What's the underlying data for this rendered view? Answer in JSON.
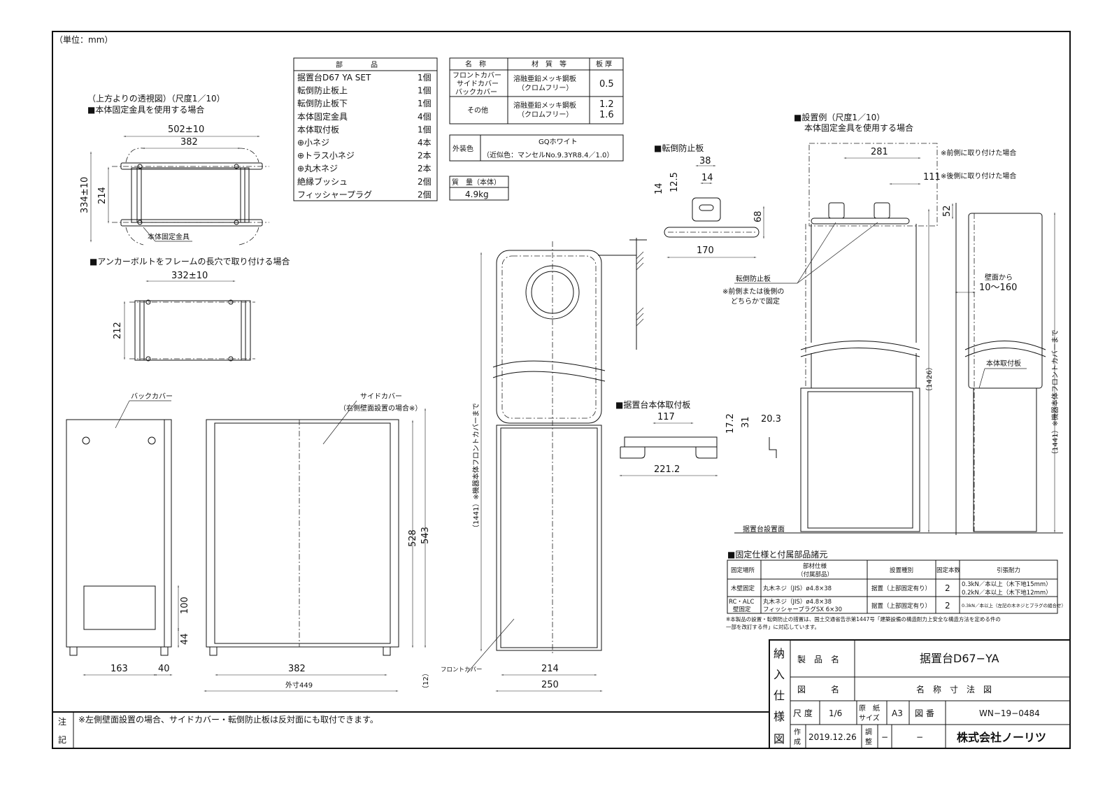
{
  "unit": "（単位：mm）",
  "top_view": {
    "caption1": "（上方よりの透視図）（尺度1／10）",
    "caption2": "■本体固定金具を使用する場合",
    "dim_outer": "502±10",
    "dim_inner": "382",
    "dim_depth": "334±10",
    "dim_depth_inner": "214",
    "callout": "本体固定金具"
  },
  "anchor_view": {
    "caption": "■アンカーボルトをフレームの長穴で取り付ける場合",
    "dim_width": "332±10",
    "dim_depth": "212"
  },
  "parts_table": {
    "header": "部　　　　品",
    "rows": [
      {
        "name": "据置台D67 YA SET",
        "qty": "1個"
      },
      {
        "name": "転倒防止板上",
        "qty": "1個"
      },
      {
        "name": "転倒防止板下",
        "qty": "1個"
      },
      {
        "name": "本体固定金具",
        "qty": "4個"
      },
      {
        "name": "本体取付板",
        "qty": "1個"
      },
      {
        "name": "⊕小ネジ",
        "qty": "4本"
      },
      {
        "name": "⊕トラス小ネジ",
        "qty": "2本"
      },
      {
        "name": "⊕丸木ネジ",
        "qty": "2本"
      },
      {
        "name": "絶縁ブッシュ",
        "qty": "2個"
      },
      {
        "name": "フィッシャープラグ",
        "qty": "2個"
      }
    ]
  },
  "material_table": {
    "headers": [
      "名　称",
      "材　質　等",
      "板 厚"
    ],
    "rows": [
      {
        "name": [
          "フロントカバー",
          "サイドカバー",
          "バックカバー"
        ],
        "material": [
          "溶融亜鉛メッキ鋼板",
          "（クロムフリー）"
        ],
        "thickness": [
          "0.5"
        ]
      },
      {
        "name": [
          "その他"
        ],
        "material": [
          "溶融亜鉛メッキ鋼板",
          "（クロムフリー）"
        ],
        "thickness": [
          "1.2",
          "1.6"
        ]
      }
    ]
  },
  "exterior_color": {
    "label": "外装色",
    "value": "GQホワイト",
    "note": "（近似色：マンセルNo.9.3YR8.4／1.0）"
  },
  "mass": {
    "label": "質　量（本体）",
    "value": "4.9kg"
  },
  "back_cover": {
    "label": "バックカバー",
    "dim_a": "163",
    "dim_b": "40",
    "dim_c": "100",
    "dim_d": "44"
  },
  "side_cover": {
    "label": "サイドカバー",
    "sublabel": "（右側壁面設置の場合※）",
    "dim_inner": "382",
    "dim_outer": "外寸449",
    "dim_h1": "528",
    "dim_h2": "543",
    "dim_gap": "（12）"
  },
  "front_view": {
    "height_note": "（1441）※機器本体フロントカバーまで",
    "front_cover": "フロントカバー",
    "dim_inner": "214",
    "dim_outer": "250"
  },
  "tip_plate": {
    "title": "■転倒防止板",
    "d38": "38",
    "d14a": "14",
    "d12_5": "12.5",
    "d14b": "14",
    "d68": "68",
    "d170": "170"
  },
  "mount_plate": {
    "title": "■据置台本体取付板",
    "d117": "117",
    "d221": "221.2",
    "d17": "17.2",
    "d31": "31",
    "d20": "20.3"
  },
  "install": {
    "title": "■設置例（尺度1／10）",
    "subtitle": "本体固定金具を使用する場合",
    "d281": "281",
    "d111": "111",
    "d52": "52",
    "note_front": "※前側に取り付けた場合",
    "note_back": "※後側に取り付けた場合",
    "tip_label": "転倒防止板",
    "tip_note1": "※前側または後側の",
    "tip_note2": "どちらかで固定",
    "wall_label": "壁面から",
    "wall_range": "10～160",
    "h1426": "（1426）",
    "h1441": "（1441）※機器本体フロントカバーまで",
    "mount_label": "本体取付板",
    "floor_label": "据置台設置面"
  },
  "fixing_table": {
    "title": "■固定仕様と付属部品諸元",
    "headers": [
      "固定場所",
      "部材仕様",
      "（付属部品）",
      "設置種別",
      "固定本数",
      "引張耐力"
    ],
    "rows": [
      {
        "place": [
          "木壁固定"
        ],
        "parts": [
          "丸木ネジ（JIS）ø4.8×38"
        ],
        "type": "据置（上部固定有り）",
        "count": "2",
        "strength": [
          "0.3kN／本以上（木下地15mm）",
          "0.2kN／本以上（木下地12mm）"
        ]
      },
      {
        "place": [
          "RC・ALC",
          "壁固定"
        ],
        "parts": [
          "丸木ネジ（JIS）ø4.8×38",
          "フィッシャープラグSX 6×30"
        ],
        "type": "据置（上部固定有り）",
        "count": "2",
        "strength": [
          "0.3kN／本以上（左記の木ネジとプラグの組合せ）"
        ]
      }
    ],
    "footnote1": "※本製品の設置・転倒防止の措置は、国土交通省告示第1447号「建築設備の構造耐力上安全な構造方法を定める件の",
    "footnote2": "一部を改訂する件」に対応しています。"
  },
  "title_block": {
    "side": [
      "納",
      "入",
      "仕",
      "様",
      "図"
    ],
    "product_label": "製　品　名",
    "product_value": "据置台D67−YA",
    "drawing_label": "図　　　名",
    "drawing_value": "名　称　寸　法　図",
    "scale_label": "尺 度",
    "scale_value": "1/6",
    "paper_label1": "原　紙",
    "paper_label2": "サイズ",
    "paper_value": "A3",
    "number_label": "図 番",
    "number_value": "WN−19−0484",
    "created_label1": "作",
    "created_label2": "成",
    "created_value": "2019.12.26",
    "adjust_label1": "調",
    "adjust_label2": "整",
    "adjust_value": "−",
    "adjust_value2": "−",
    "company": "株式会社ノーリツ"
  },
  "remark": {
    "label1": "注",
    "label2": "記",
    "text": "※左側壁面設置の場合、サイドカバー・転倒防止板は反対面にも取付できます。"
  }
}
